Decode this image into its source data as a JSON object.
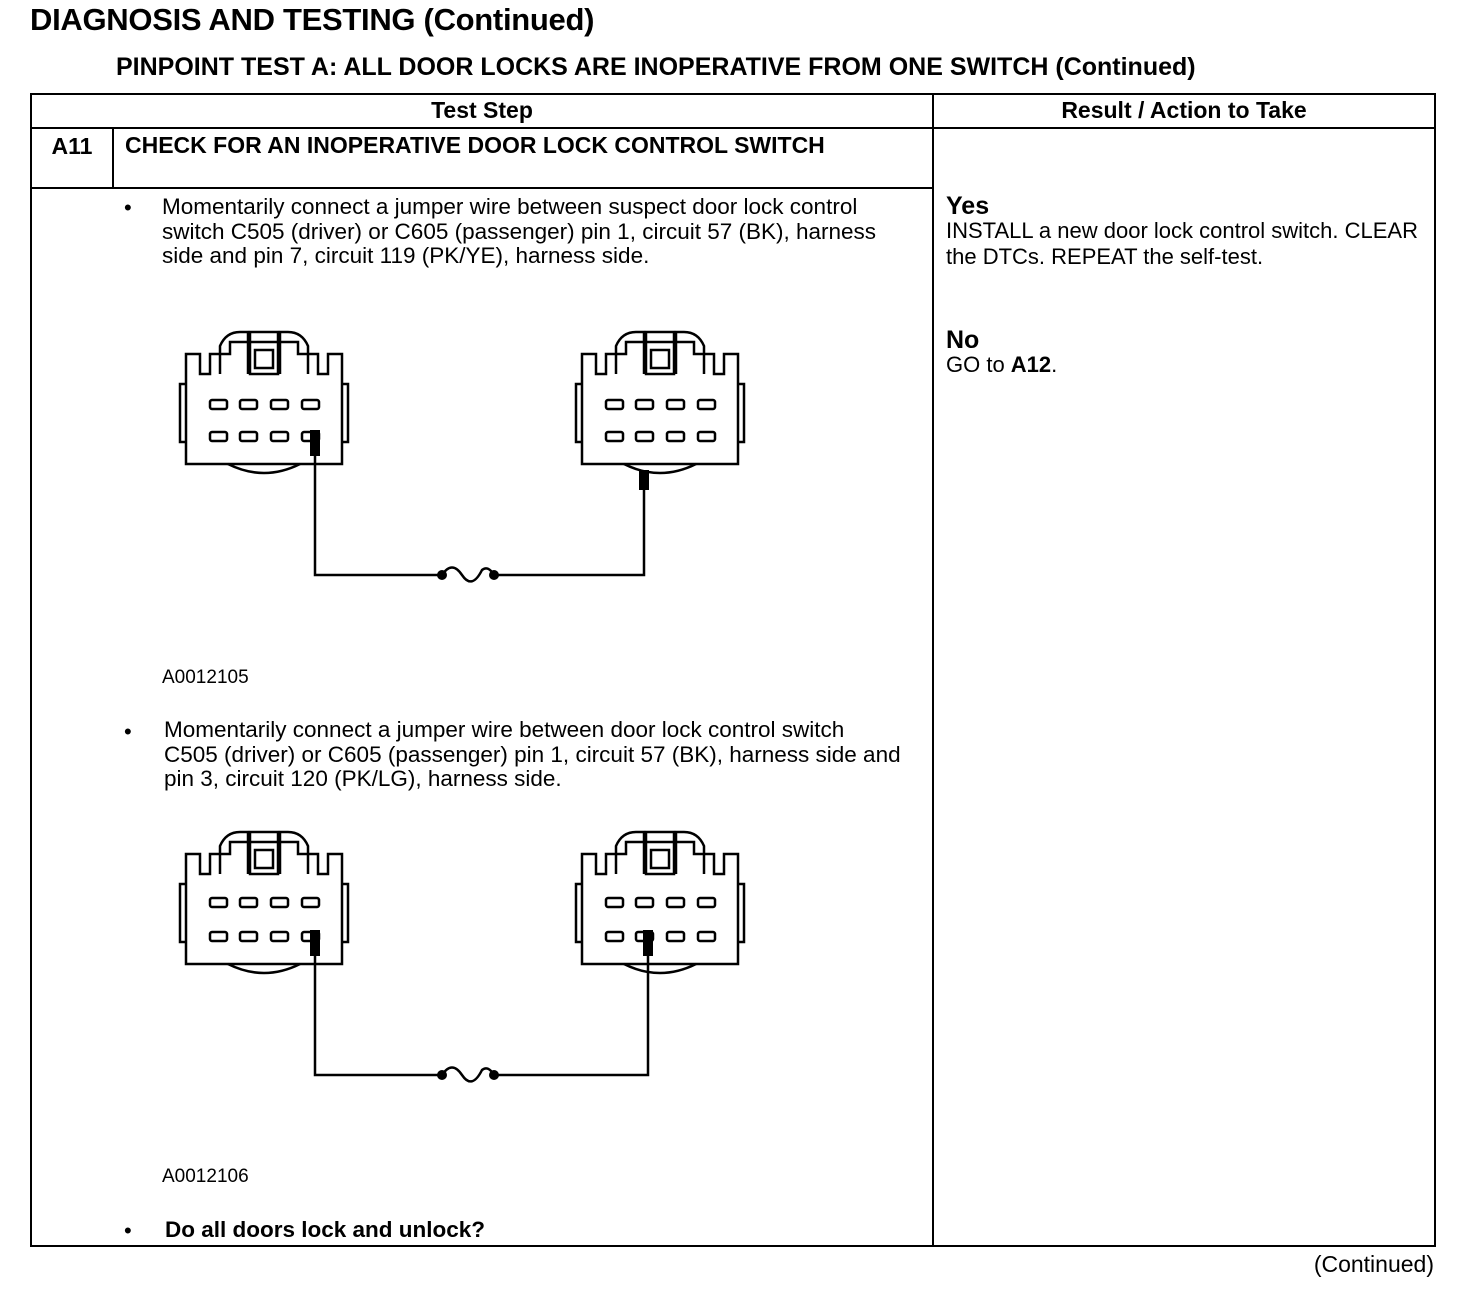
{
  "page": {
    "header": "DIAGNOSIS AND TESTING (Continued)",
    "test_title": "PINPOINT TEST  A: ALL DOOR LOCKS ARE INOPERATIVE FROM ONE SWITCH (Continued)",
    "footer": "(Continued)"
  },
  "table": {
    "col_test_step": "Test Step",
    "col_result": "Result / Action to Take"
  },
  "step": {
    "id": "A11",
    "title": "CHECK FOR AN INOPERATIVE DOOR LOCK CONTROL SWITCH",
    "bullets": [
      {
        "mark": "•",
        "text": "Momentarily connect a jumper wire between suspect door lock control switch C505 (driver) or C605 (passenger) pin 1, circuit 57 (BK), harness side and pin 7, circuit 119 (PK/YE), harness side."
      },
      {
        "mark": "•",
        "text": "Momentarily connect a jumper wire between door lock control switch C505 (driver) or C605 (passenger) pin 1, circuit 57 (BK), harness side and pin 3, circuit 120 (PK/LG), harness side."
      },
      {
        "mark": "•",
        "text": "Do all doors lock and unlock?"
      }
    ],
    "figures": [
      {
        "code": "A0012105"
      },
      {
        "code": "A0012106"
      }
    ]
  },
  "results": {
    "yes_label": "Yes",
    "yes_text": "INSTALL a new door lock control switch. CLEAR the DTCs. REPEAT the self-test.",
    "no_label": "No",
    "no_prefix": "GO to ",
    "no_target": "A12",
    "no_suffix": "."
  }
}
